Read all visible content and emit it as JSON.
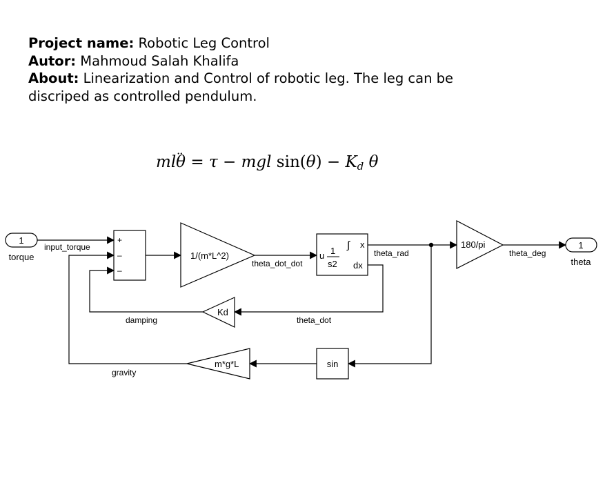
{
  "project": {
    "name_label": "Project name:",
    "name_value": " Robotic Leg Control",
    "author_label": "Autor:",
    "author_value": " Mahmoud Salah Khalifa",
    "about_label": "About:",
    "about_value": " Linearization and Control of robotic leg. The leg can be discriped as controlled pendulum."
  },
  "equation": {
    "m": "m",
    "l": "l",
    "theta": "θ",
    "dots": "··",
    "eq_sign": " = ",
    "tau": "τ",
    "minus1": " − ",
    "mgl": "mgl",
    "sin": " sin(",
    "theta2": "θ",
    "close": ")",
    "minus2": " − ",
    "K": "K",
    "d": "d",
    "theta3": " θ"
  },
  "blocks": {
    "inport_num": "1",
    "inport_label": "torque",
    "sum_signs": [
      "+",
      "–",
      "–"
    ],
    "gain_inv": "1/(m*L^2)",
    "integrator_u": "u",
    "integrator_one": "1",
    "integrator_s2": "s2",
    "integrator_int": "∫",
    "integrator_x": "x",
    "integrator_dx": "dx",
    "gain_rad2deg": "180/pi",
    "outport_num": "1",
    "outport_label": "theta",
    "gain_kd": "Kd",
    "sin": "sin",
    "gain_mgl": "m*g*L"
  },
  "signals": {
    "input_torque": "input_torque",
    "theta_dot_dot": "theta_dot_dot",
    "theta_rad": "theta_rad",
    "theta_deg": "theta_deg",
    "theta_dot": "theta_dot",
    "damping": "damping",
    "gravity": "gravity"
  }
}
